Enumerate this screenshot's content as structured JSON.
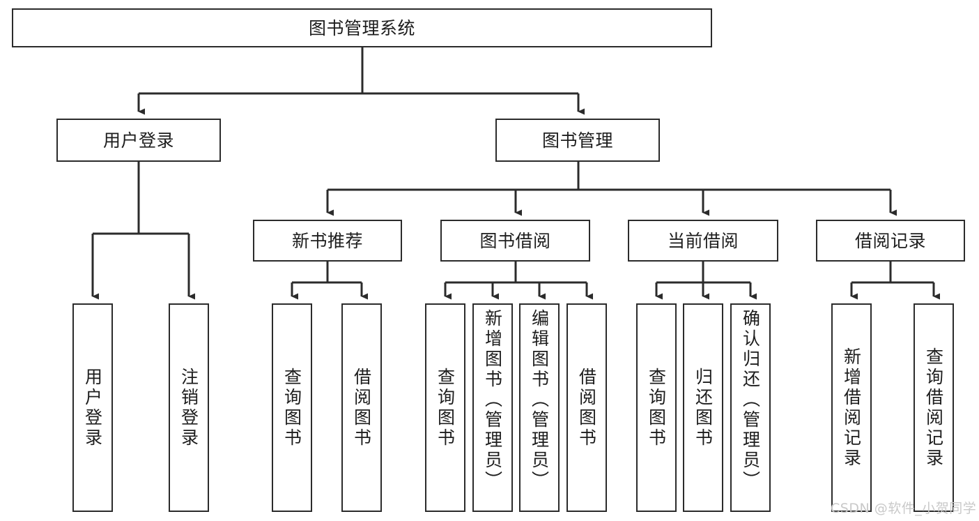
{
  "diagram": {
    "type": "tree",
    "title": "图书管理系统",
    "orientation": "top-down",
    "colors": {
      "box_border": "#2b2b2b",
      "box_fill": "#ffffff",
      "edge": "#2b2b2b",
      "text": "#1d1d1d",
      "watermark": "#c9c9c9",
      "background": "#ffffff"
    }
  },
  "nodes": {
    "root": {
      "label": "图书管理系统"
    },
    "level2": [
      {
        "id": "user-login",
        "label": "用户登录"
      },
      {
        "id": "book-management",
        "label": "图书管理"
      }
    ],
    "level3": [
      {
        "id": "new-book-recommend",
        "label": "新书推荐"
      },
      {
        "id": "book-borrow",
        "label": "图书借阅"
      },
      {
        "id": "current-borrow",
        "label": "当前借阅"
      },
      {
        "id": "borrow-record",
        "label": "借阅记录"
      }
    ],
    "leaves": {
      "user_login": [
        {
          "id": "leaf-user-login",
          "label": "用户登录"
        },
        {
          "id": "leaf-logout-login",
          "label": "注销登录"
        }
      ],
      "new_book_recommend": [
        {
          "id": "leaf-query-book-1",
          "label": "查询图书"
        },
        {
          "id": "leaf-borrow-book-1",
          "label": "借阅图书"
        }
      ],
      "book_borrow": [
        {
          "id": "leaf-query-book-2",
          "label": "查询图书"
        },
        {
          "id": "leaf-add-book",
          "label": "新增图书（管理员）"
        },
        {
          "id": "leaf-edit-book",
          "label": "编辑图书（管理员）"
        },
        {
          "id": "leaf-borrow-book-2",
          "label": "借阅图书"
        }
      ],
      "current_borrow": [
        {
          "id": "leaf-query-book-3",
          "label": "查询图书"
        },
        {
          "id": "leaf-return-book",
          "label": "归还图书"
        },
        {
          "id": "leaf-confirm-return",
          "label": "确认归还（管理员）"
        }
      ],
      "borrow_record": [
        {
          "id": "leaf-add-record",
          "label": "新增借阅记录"
        },
        {
          "id": "leaf-query-record",
          "label": "查询借阅记录"
        }
      ]
    }
  },
  "watermark": {
    "text": "CSDN @软件_小贺同学"
  }
}
